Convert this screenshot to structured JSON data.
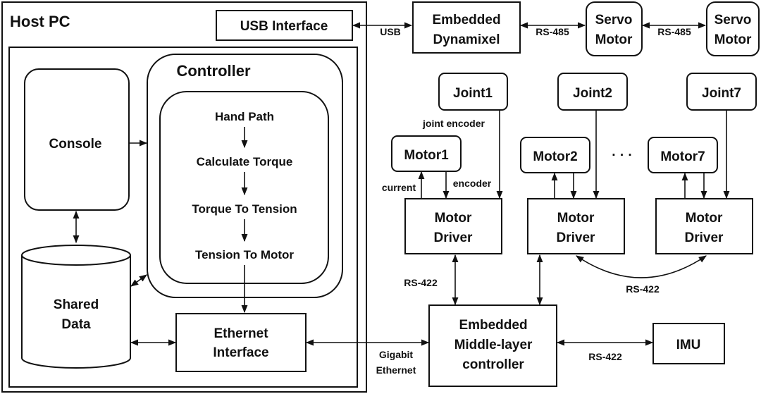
{
  "host_pc": {
    "title": "Host PC",
    "usb_interface": "USB Interface",
    "console": "Console",
    "shared_data": [
      "Shared",
      "Data"
    ],
    "ethernet_interface": [
      "Ethernet",
      "Interface"
    ],
    "controller": {
      "title": "Controller",
      "steps": [
        "Hand Path",
        "Calculate Torque",
        "Torque To Tension",
        "Tension To Motor"
      ]
    }
  },
  "top_chain": {
    "usb_label": "USB",
    "dynamixel": [
      "Embedded",
      "Dynamixel"
    ],
    "rs485_label": "RS-485",
    "servo": [
      "Servo",
      "Motor"
    ]
  },
  "joints": [
    "Joint1",
    "Joint2",
    "Joint7"
  ],
  "motors": [
    "Motor1",
    "Motor2",
    "Motor7"
  ],
  "ellipsis": "· · ·",
  "motor_driver": [
    "Motor",
    "Driver"
  ],
  "signal_labels": {
    "joint_encoder": "joint encoder",
    "current": "current",
    "encoder": "encoder"
  },
  "bus_labels": {
    "rs422": "RS-422",
    "gigabit": [
      "Gigabit",
      "Ethernet"
    ]
  },
  "middle_layer": [
    "Embedded",
    "Middle-layer",
    "controller"
  ],
  "imu": "IMU"
}
